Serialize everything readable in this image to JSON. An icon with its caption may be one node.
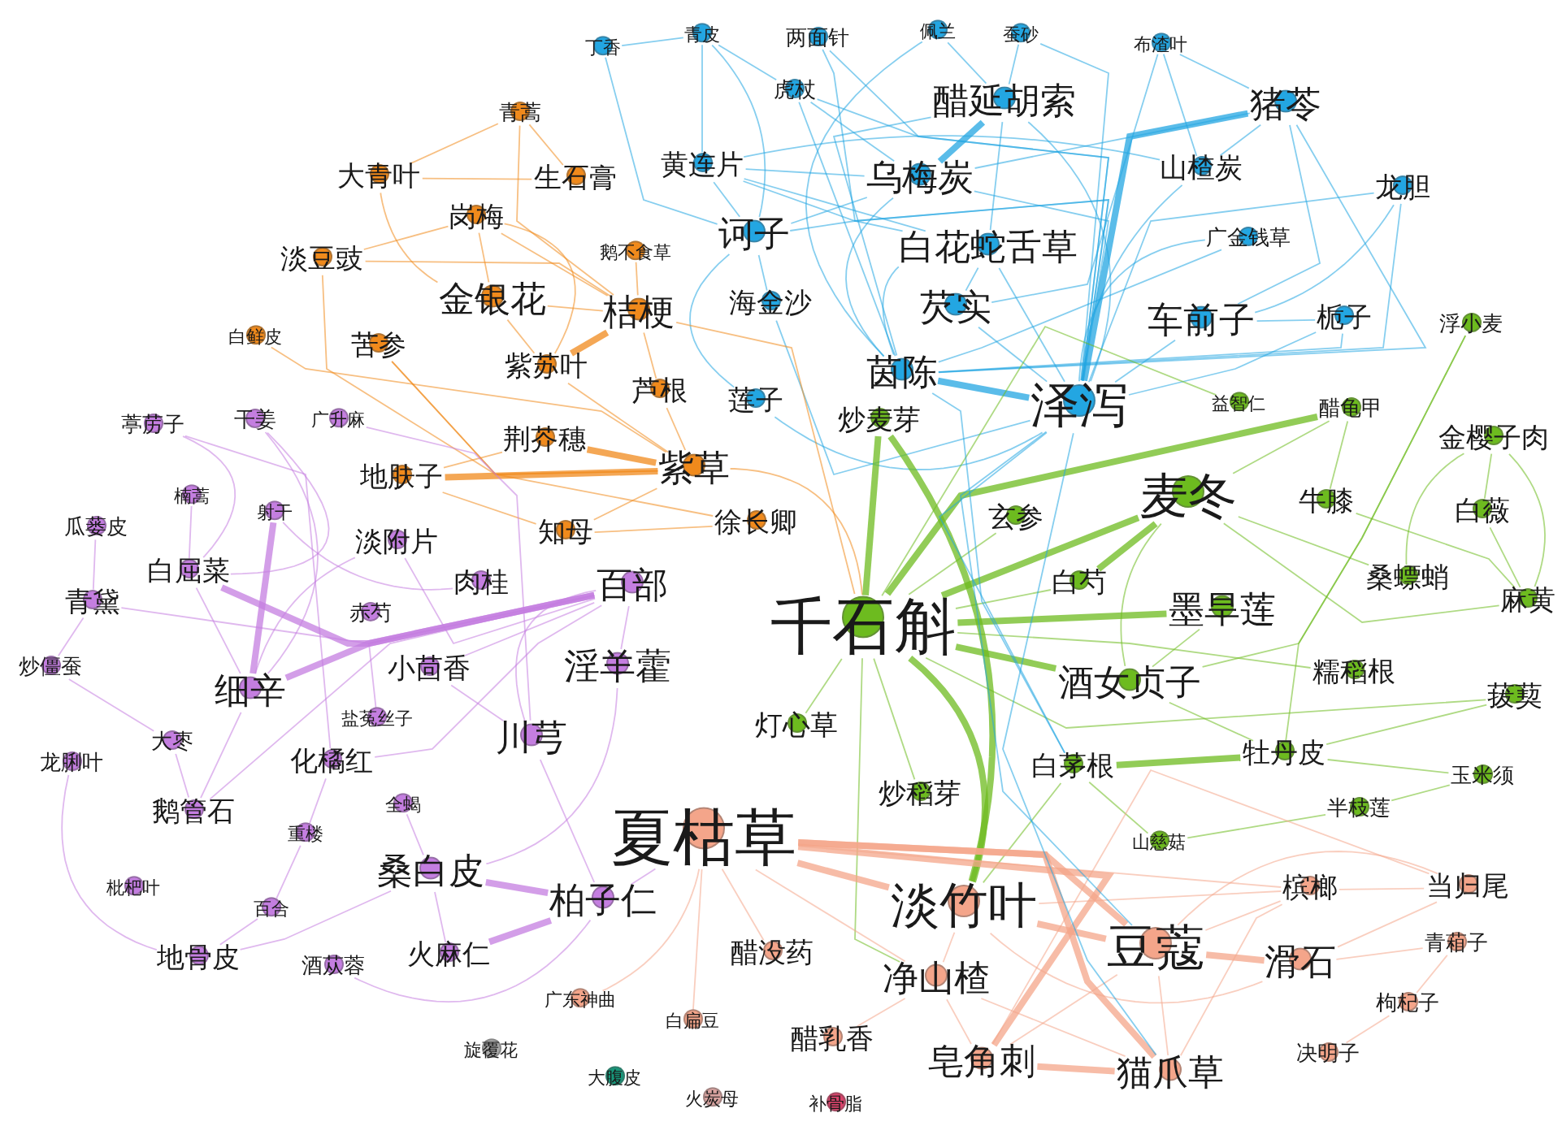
{
  "diagram": {
    "nodes": [
      {
        "text": [
          "丁香"
        ]
      },
      {
        "text": [
          "青皮"
        ]
      },
      {
        "text": [
          "两面针"
        ]
      },
      {
        "text": [
          "佩兰"
        ]
      },
      {
        "text": [
          "蚕砂"
        ]
      },
      {
        "text": [
          "布渣叶"
        ]
      },
      {
        "text": [
          "虎杖"
        ]
      },
      {
        "text": [
          "醋延胡索"
        ]
      },
      {
        "text": [
          "猪苓"
        ]
      },
      {
        "text": [
          "黄连片"
        ]
      },
      {
        "text": [
          "乌梅炭"
        ]
      },
      {
        "text": [
          "山楂炭"
        ]
      },
      {
        "text": [
          "龙胆"
        ]
      },
      {
        "text": [
          "诃子"
        ]
      },
      {
        "text": [
          "白花蛇舌草"
        ]
      },
      {
        "text": [
          "广金钱草"
        ]
      },
      {
        "text": [
          "海金沙"
        ]
      },
      {
        "text": [
          "芡实"
        ]
      },
      {
        "text": [
          "车前子"
        ]
      },
      {
        "text": [
          "栀子"
        ]
      },
      {
        "text": [
          "莲子"
        ]
      },
      {
        "text": [
          "茵陈"
        ]
      },
      {
        "text": [
          "泽泻"
        ]
      },
      {
        "text": [
          "青蒿"
        ]
      },
      {
        "text": [
          "大青叶"
        ]
      },
      {
        "text": [
          "生石膏"
        ]
      },
      {
        "text": [
          "岗梅"
        ]
      },
      {
        "text": [
          "淡豆豉"
        ]
      },
      {
        "text": [
          "鹅不食草"
        ]
      },
      {
        "text": [
          "金银花"
        ]
      },
      {
        "text": [
          "桔梗"
        ]
      },
      {
        "text": [
          "白鲜皮"
        ]
      },
      {
        "text": [
          "苦参"
        ]
      },
      {
        "text": [
          "紫苏叶"
        ]
      },
      {
        "text": [
          "芦根"
        ]
      },
      {
        "text": [
          "荆芥穗"
        ]
      },
      {
        "text": [
          "地肤子"
        ]
      },
      {
        "text": [
          "紫草"
        ]
      },
      {
        "text": [
          "知母"
        ]
      },
      {
        "text": [
          "徐长卿"
        ]
      },
      {
        "text": [
          "葶苈子"
        ]
      },
      {
        "text": [
          "干姜"
        ]
      },
      {
        "text": [
          "广升麻"
        ]
      },
      {
        "text": [
          "楠蒿"
        ]
      },
      {
        "text": [
          "瓜蒌皮"
        ]
      },
      {
        "text": [
          "射干"
        ]
      },
      {
        "text": [
          "淡附片"
        ]
      },
      {
        "text": [
          "白屈菜"
        ]
      },
      {
        "text": [
          "肉桂"
        ]
      },
      {
        "text": [
          "百部"
        ]
      },
      {
        "text": [
          "青黛"
        ]
      },
      {
        "text": [
          "赤芍"
        ]
      },
      {
        "text": [
          "炒僵蚕"
        ]
      },
      {
        "text": [
          "细辛"
        ]
      },
      {
        "text": [
          "小茴香"
        ]
      },
      {
        "text": [
          "淫羊藿"
        ]
      },
      {
        "text": [
          "盐菟丝子"
        ]
      },
      {
        "text": [
          "川芎"
        ]
      },
      {
        "text": [
          "大枣"
        ]
      },
      {
        "text": [
          "龙脷叶"
        ]
      },
      {
        "text": [
          "化橘红"
        ]
      },
      {
        "text": [
          "鹅管石"
        ]
      },
      {
        "text": [
          "全蝎"
        ]
      },
      {
        "text": [
          "重楼"
        ]
      },
      {
        "text": [
          "桑白皮"
        ]
      },
      {
        "text": [
          "枇杷叶"
        ]
      },
      {
        "text": [
          "柏子仁"
        ]
      },
      {
        "text": [
          "百合"
        ]
      },
      {
        "text": [
          "地骨皮"
        ]
      },
      {
        "text": [
          "酒苁蓉"
        ]
      },
      {
        "text": [
          "火麻仁"
        ]
      },
      {
        "text": [
          "浮小麦"
        ]
      },
      {
        "text": [
          "益智仁"
        ]
      },
      {
        "text": [
          "醋龟甲"
        ]
      },
      {
        "text": [
          "金樱子肉"
        ]
      },
      {
        "text": [
          "炒麦芽"
        ]
      },
      {
        "text": [
          "麦冬"
        ]
      },
      {
        "text": [
          "牛膝"
        ]
      },
      {
        "text": [
          "白薇"
        ]
      },
      {
        "text": [
          "玄参"
        ]
      },
      {
        "text": [
          "桑螵蛸"
        ]
      },
      {
        "text": [
          "白芍"
        ]
      },
      {
        "text": [
          "麻黄"
        ]
      },
      {
        "text": [
          "墨旱莲"
        ]
      },
      {
        "text": [
          "千石斛"
        ]
      },
      {
        "text": [
          "酒女贞子"
        ]
      },
      {
        "text": [
          "糯稻根"
        ]
      },
      {
        "text": [
          "菝葜"
        ]
      },
      {
        "text": [
          "灯心草"
        ]
      },
      {
        "text": [
          "白茅根"
        ]
      },
      {
        "text": [
          "牡丹皮"
        ]
      },
      {
        "text": [
          "玉米须"
        ]
      },
      {
        "text": [
          "半枝莲"
        ]
      },
      {
        "text": [
          "炒稻芽"
        ]
      },
      {
        "text": [
          "山慈菇"
        ]
      },
      {
        "text": [
          "夏枯草"
        ]
      },
      {
        "text": [
          "淡竹叶"
        ]
      },
      {
        "text": [
          "槟榔"
        ]
      },
      {
        "text": [
          "当归尾"
        ]
      },
      {
        "text": [
          "豆蔻"
        ]
      },
      {
        "text": [
          "净山楂"
        ]
      },
      {
        "text": [
          "滑石"
        ]
      },
      {
        "text": [
          "青葙子"
        ]
      },
      {
        "text": [
          "醋没药"
        ]
      },
      {
        "text": [
          "枸杞子"
        ]
      },
      {
        "text": [
          "醋乳香"
        ]
      },
      {
        "text": [
          "皂角刺"
        ]
      },
      {
        "text": [
          "猫爪草"
        ]
      },
      {
        "text": [
          "决明子"
        ]
      },
      {
        "text": [
          "广东神曲"
        ]
      },
      {
        "text": [
          "白扁豆"
        ]
      },
      {
        "text": [
          "旋覆花"
        ]
      },
      {
        "text": [
          "大腹皮"
        ]
      },
      {
        "text": [
          "火炭母"
        ]
      },
      {
        "text": [
          "补骨脂"
        ]
      }
    ],
    "edges": [
      {
        "from": 0,
        "to": 1,
        "arrow": "none",
        "color": "#23a6e2"
      },
      {
        "from": 0,
        "to": 13,
        "arrow": "none",
        "color": "#23a6e2"
      },
      {
        "from": 1,
        "to": 9,
        "arrow": "none",
        "color": "#23a6e2"
      },
      {
        "from": 1,
        "to": 6,
        "arrow": "none",
        "color": "#23a6e2"
      },
      {
        "from": 1,
        "to": 13,
        "arrow": "none",
        "color": "#23a6e2"
      },
      {
        "from": 2,
        "to": 14,
        "arrow": "none",
        "color": "#23a6e2"
      },
      {
        "from": 2,
        "to": 22,
        "arrow": "none",
        "color": "#23a6e2"
      },
      {
        "from": 3,
        "to": 7,
        "arrow": "none",
        "color": "#23a6e2"
      },
      {
        "from": 3,
        "to": 21,
        "arrow": "none",
        "color": "#23a6e2"
      },
      {
        "from": 4,
        "to": 7,
        "arrow": "none",
        "color": "#23a6e2"
      },
      {
        "from": 4,
        "to": 22,
        "arrow": "none",
        "color": "#23a6e2"
      },
      {
        "from": 5,
        "to": 11,
        "arrow": "none",
        "color": "#23a6e2"
      },
      {
        "from": 5,
        "to": 8,
        "arrow": "none",
        "color": "#23a6e2"
      },
      {
        "from": 5,
        "to": 17,
        "arrow": "none",
        "color": "#23a6e2"
      },
      {
        "from": 6,
        "to": 22,
        "arrow": "none",
        "color": "#23a6e2"
      },
      {
        "from": 6,
        "to": 21,
        "arrow": "none",
        "color": "#23a6e2"
      },
      {
        "from": 6,
        "to": 10,
        "arrow": "none",
        "color": "#23a6e2"
      },
      {
        "from": 7,
        "to": 10,
        "arrow": "none",
        "style": "thick",
        "color": "#23a6e2"
      },
      {
        "from": 7,
        "to": 21,
        "arrow": "none",
        "color": "#23a6e2"
      },
      {
        "from": 7,
        "to": 22,
        "arrow": "none",
        "color": "#23a6e2"
      },
      {
        "from": 7,
        "to": 14,
        "arrow": "none",
        "color": "#23a6e2"
      },
      {
        "from": 8,
        "to": 10,
        "arrow": "none",
        "color": "#23a6e2"
      },
      {
        "from": 8,
        "to": 22,
        "arrow": "none",
        "style": "thick",
        "color": "#23a6e2"
      },
      {
        "from": 8,
        "to": 11,
        "arrow": "none",
        "color": "#23a6e2"
      },
      {
        "from": 8,
        "to": 18,
        "arrow": "none",
        "color": "#23a6e2"
      },
      {
        "from": 8,
        "to": 21,
        "arrow": "none",
        "color": "#23a6e2"
      },
      {
        "from": 9,
        "to": 10,
        "arrow": "none",
        "color": "#23a6e2"
      },
      {
        "from": 9,
        "to": 13,
        "arrow": "none",
        "color": "#23a6e2"
      },
      {
        "from": 9,
        "to": 22,
        "arrow": "none",
        "color": "#23a6e2"
      },
      {
        "from": 9,
        "to": 14,
        "arrow": "none",
        "color": "#23a6e2"
      },
      {
        "from": 10,
        "to": 22,
        "arrow": "none",
        "color": "#23a6e2"
      },
      {
        "from": 10,
        "to": 13,
        "arrow": "none",
        "color": "#23a6e2"
      },
      {
        "from": 10,
        "to": 21,
        "arrow": "none",
        "color": "#23a6e2"
      },
      {
        "from": 11,
        "to": 22,
        "arrow": "none",
        "color": "#23a6e2"
      },
      {
        "from": 11,
        "to": 9,
        "arrow": "none",
        "color": "#23a6e2"
      },
      {
        "from": 12,
        "to": 22,
        "arrow": "none",
        "color": "#23a6e2"
      },
      {
        "from": 12,
        "to": 18,
        "arrow": "none",
        "color": "#23a6e2"
      },
      {
        "from": 12,
        "to": 21,
        "arrow": "none",
        "color": "#23a6e2"
      },
      {
        "from": 13,
        "to": 16,
        "arrow": "none",
        "color": "#23a6e2"
      },
      {
        "from": 13,
        "to": 20,
        "arrow": "none",
        "color": "#23a6e2"
      },
      {
        "from": 13,
        "to": 22,
        "arrow": "none",
        "color": "#23a6e2"
      },
      {
        "from": 14,
        "to": 22,
        "arrow": "none",
        "color": "#23a6e2"
      },
      {
        "from": 14,
        "to": 21,
        "arrow": "none",
        "color": "#23a6e2"
      },
      {
        "from": 14,
        "to": 17,
        "arrow": "none",
        "color": "#23a6e2"
      },
      {
        "from": 15,
        "to": 22,
        "arrow": "none",
        "color": "#23a6e2"
      },
      {
        "from": 15,
        "to": 21,
        "arrow": "none",
        "color": "#23a6e2"
      },
      {
        "from": 17,
        "to": 22,
        "arrow": "none",
        "color": "#23a6e2"
      },
      {
        "from": 18,
        "to": 22,
        "arrow": "none",
        "color": "#23a6e2"
      },
      {
        "from": 18,
        "to": 19,
        "arrow": "none",
        "color": "#23a6e2"
      },
      {
        "from": 19,
        "to": 22,
        "arrow": "none",
        "color": "#23a6e2"
      },
      {
        "from": 20,
        "to": 22,
        "arrow": "none",
        "color": "#23a6e2"
      },
      {
        "from": 21,
        "to": 22,
        "arrow": "none",
        "style": "thick",
        "color": "#23a6e2"
      },
      {
        "from": 16,
        "to": 22,
        "arrow": "none",
        "color": "#23a6e2"
      },
      {
        "from": 19,
        "to": 21,
        "arrow": "none",
        "color": "#23a6e2"
      },
      {
        "from": 23,
        "to": 24,
        "arrow": "none",
        "color": "#f08a1c"
      },
      {
        "from": 23,
        "to": 25,
        "arrow": "none",
        "color": "#f08a1c"
      },
      {
        "from": 23,
        "to": 30,
        "arrow": "none",
        "color": "#f08a1c"
      },
      {
        "from": 24,
        "to": 25,
        "arrow": "none",
        "color": "#f08a1c"
      },
      {
        "from": 24,
        "to": 29,
        "arrow": "none",
        "color": "#f08a1c"
      },
      {
        "from": 26,
        "to": 27,
        "arrow": "none",
        "color": "#f08a1c"
      },
      {
        "from": 26,
        "to": 30,
        "arrow": "none",
        "color": "#f08a1c"
      },
      {
        "from": 26,
        "to": 33,
        "arrow": "none",
        "color": "#f08a1c"
      },
      {
        "from": 26,
        "to": 29,
        "arrow": "none",
        "color": "#f08a1c"
      },
      {
        "from": 27,
        "to": 30,
        "arrow": "none",
        "color": "#f08a1c"
      },
      {
        "from": 27,
        "to": 37,
        "arrow": "none",
        "color": "#f08a1c"
      },
      {
        "from": 28,
        "to": 30,
        "arrow": "none",
        "color": "#f08a1c"
      },
      {
        "from": 29,
        "to": 30,
        "arrow": "none",
        "color": "#f08a1c"
      },
      {
        "from": 29,
        "to": 33,
        "arrow": "none",
        "color": "#f08a1c"
      },
      {
        "from": 30,
        "to": 33,
        "arrow": "none",
        "style": "thick",
        "color": "#f08a1c"
      },
      {
        "from": 30,
        "to": 34,
        "arrow": "none",
        "color": "#f08a1c"
      },
      {
        "from": 31,
        "to": 37,
        "arrow": "none",
        "color": "#f08a1c"
      },
      {
        "from": 32,
        "to": 37,
        "arrow": "none",
        "color": "#f08a1c"
      },
      {
        "from": 32,
        "to": 39,
        "arrow": "none",
        "color": "#f08a1c"
      },
      {
        "from": 33,
        "to": 37,
        "arrow": "none",
        "color": "#f08a1c"
      },
      {
        "from": 34,
        "to": 37,
        "arrow": "none",
        "color": "#f08a1c"
      },
      {
        "from": 35,
        "to": 36,
        "arrow": "none",
        "color": "#f08a1c"
      },
      {
        "from": 35,
        "to": 37,
        "arrow": "none",
        "style": "thick",
        "color": "#f08a1c"
      },
      {
        "from": 36,
        "to": 37,
        "arrow": "none",
        "style": "thick",
        "color": "#f08a1c"
      },
      {
        "from": 36,
        "to": 38,
        "arrow": "none",
        "color": "#f08a1c"
      },
      {
        "from": 38,
        "to": 39,
        "arrow": "none",
        "color": "#f08a1c"
      },
      {
        "from": 37,
        "to": 38,
        "arrow": "none",
        "color": "#f08a1c"
      },
      {
        "from": 37,
        "to": 84,
        "arrow": "none",
        "color": "#f08a1c"
      },
      {
        "from": 30,
        "to": 84,
        "arrow": "none",
        "color": "#f08a1c"
      },
      {
        "from": 40,
        "to": 60,
        "arrow": "none",
        "color": "#c47ee0"
      },
      {
        "from": 40,
        "to": 47,
        "arrow": "none",
        "color": "#c47ee0"
      },
      {
        "from": 41,
        "to": 53,
        "arrow": "none",
        "color": "#c47ee0"
      },
      {
        "from": 41,
        "to": 47,
        "arrow": "none",
        "color": "#c47ee0"
      },
      {
        "from": 42,
        "to": 57,
        "arrow": "none",
        "color": "#c47ee0"
      },
      {
        "from": 43,
        "to": 47,
        "arrow": "none",
        "color": "#c47ee0"
      },
      {
        "from": 44,
        "to": 50,
        "arrow": "none",
        "color": "#c47ee0"
      },
      {
        "from": 45,
        "to": 53,
        "arrow": "none",
        "style": "thick",
        "color": "#c47ee0"
      },
      {
        "from": 45,
        "to": 48,
        "arrow": "none",
        "color": "#c47ee0"
      },
      {
        "from": 46,
        "to": 53,
        "arrow": "none",
        "color": "#c47ee0"
      },
      {
        "from": 46,
        "to": 49,
        "arrow": "none",
        "color": "#c47ee0"
      },
      {
        "from": 47,
        "to": 49,
        "arrow": "none",
        "style": "thick",
        "color": "#c47ee0"
      },
      {
        "from": 47,
        "to": 53,
        "arrow": "none",
        "color": "#c47ee0"
      },
      {
        "from": 50,
        "to": 49,
        "arrow": "none",
        "color": "#c47ee0"
      },
      {
        "from": 50,
        "to": 52,
        "arrow": "none",
        "color": "#c47ee0"
      },
      {
        "from": 52,
        "to": 58,
        "arrow": "none",
        "color": "#c47ee0"
      },
      {
        "from": 53,
        "to": 49,
        "arrow": "none",
        "style": "thick",
        "color": "#c47ee0"
      },
      {
        "from": 53,
        "to": 61,
        "arrow": "none",
        "color": "#c47ee0"
      },
      {
        "from": 54,
        "to": 49,
        "arrow": "none",
        "color": "#c47ee0"
      },
      {
        "from": 54,
        "to": 57,
        "arrow": "none",
        "color": "#c47ee0"
      },
      {
        "from": 55,
        "to": 49,
        "arrow": "none",
        "color": "#c47ee0"
      },
      {
        "from": 55,
        "to": 64,
        "arrow": "none",
        "color": "#c47ee0"
      },
      {
        "from": 56,
        "to": 49,
        "arrow": "none",
        "color": "#c47ee0"
      },
      {
        "from": 57,
        "to": 66,
        "arrow": "none",
        "color": "#c47ee0"
      },
      {
        "from": 58,
        "to": 61,
        "arrow": "none",
        "color": "#c47ee0"
      },
      {
        "from": 59,
        "to": 68,
        "arrow": "none",
        "color": "#c47ee0"
      },
      {
        "from": 60,
        "to": 63,
        "arrow": "none",
        "color": "#c47ee0"
      },
      {
        "from": 60,
        "to": 49,
        "arrow": "none",
        "color": "#c47ee0"
      },
      {
        "from": 61,
        "to": 49,
        "arrow": "none",
        "color": "#c47ee0"
      },
      {
        "from": 62,
        "to": 64,
        "arrow": "none",
        "color": "#c47ee0"
      },
      {
        "from": 63,
        "to": 67,
        "arrow": "none",
        "color": "#c47ee0"
      },
      {
        "from": 64,
        "to": 66,
        "arrow": "none",
        "style": "thick",
        "color": "#c47ee0"
      },
      {
        "from": 64,
        "to": 70,
        "arrow": "none",
        "color": "#c47ee0"
      },
      {
        "from": 66,
        "to": 70,
        "arrow": "none",
        "style": "thick",
        "color": "#c47ee0"
      },
      {
        "from": 66,
        "to": 69,
        "arrow": "none",
        "color": "#c47ee0"
      },
      {
        "from": 67,
        "to": 68,
        "arrow": "none",
        "color": "#c47ee0"
      },
      {
        "from": 68,
        "to": 64,
        "arrow": "none",
        "color": "#c47ee0"
      },
      {
        "from": 57,
        "to": 49,
        "arrow": "none",
        "color": "#c47ee0"
      },
      {
        "from": 66,
        "to": 95,
        "arrow": "none",
        "color": "#c47ee0"
      },
      {
        "from": 71,
        "to": 85,
        "arrow": "none",
        "color": "#6dbb1f"
      },
      {
        "from": 71,
        "to": 90,
        "arrow": "none",
        "color": "#6dbb1f"
      },
      {
        "from": 72,
        "to": 84,
        "arrow": "none",
        "color": "#6dbb1f"
      },
      {
        "from": 73,
        "to": 76,
        "arrow": "none",
        "color": "#6dbb1f"
      },
      {
        "from": 73,
        "to": 77,
        "arrow": "none",
        "color": "#6dbb1f"
      },
      {
        "from": 73,
        "to": 84,
        "arrow": "none",
        "style": "thick",
        "color": "#6dbb1f"
      },
      {
        "from": 74,
        "to": 78,
        "arrow": "none",
        "color": "#6dbb1f"
      },
      {
        "from": 74,
        "to": 82,
        "arrow": "none",
        "color": "#6dbb1f"
      },
      {
        "from": 74,
        "to": 80,
        "arrow": "none",
        "color": "#6dbb1f"
      },
      {
        "from": 75,
        "to": 84,
        "arrow": "none",
        "style": "thick",
        "color": "#6dbb1f"
      },
      {
        "from": 75,
        "to": 96,
        "arrow": "none",
        "style": "thick",
        "color": "#6dbb1f"
      },
      {
        "from": 76,
        "to": 84,
        "arrow": "none",
        "style": "thick",
        "color": "#6dbb1f"
      },
      {
        "from": 76,
        "to": 82,
        "arrow": "none",
        "color": "#6dbb1f"
      },
      {
        "from": 76,
        "to": 85,
        "arrow": "none",
        "color": "#6dbb1f"
      },
      {
        "from": 77,
        "to": 82,
        "arrow": "none",
        "color": "#6dbb1f"
      },
      {
        "from": 78,
        "to": 82,
        "arrow": "none",
        "color": "#6dbb1f"
      },
      {
        "from": 79,
        "to": 84,
        "arrow": "none",
        "color": "#6dbb1f"
      },
      {
        "from": 80,
        "to": 76,
        "arrow": "none",
        "color": "#6dbb1f"
      },
      {
        "from": 81,
        "to": 84,
        "arrow": "none",
        "color": "#6dbb1f"
      },
      {
        "from": 81,
        "to": 76,
        "arrow": "none",
        "style": "thick",
        "color": "#6dbb1f"
      },
      {
        "from": 83,
        "to": 84,
        "arrow": "none",
        "style": "thick",
        "color": "#6dbb1f"
      },
      {
        "from": 83,
        "to": 85,
        "arrow": "none",
        "color": "#6dbb1f"
      },
      {
        "from": 85,
        "to": 84,
        "arrow": "none",
        "style": "thick",
        "color": "#6dbb1f"
      },
      {
        "from": 85,
        "to": 90,
        "arrow": "none",
        "color": "#6dbb1f"
      },
      {
        "from": 86,
        "to": 84,
        "arrow": "none",
        "color": "#6dbb1f"
      },
      {
        "from": 87,
        "to": 90,
        "arrow": "none",
        "color": "#6dbb1f"
      },
      {
        "from": 87,
        "to": 84,
        "arrow": "none",
        "color": "#6dbb1f"
      },
      {
        "from": 88,
        "to": 84,
        "arrow": "none",
        "color": "#6dbb1f"
      },
      {
        "from": 89,
        "to": 90,
        "arrow": "none",
        "style": "thick",
        "color": "#6dbb1f"
      },
      {
        "from": 89,
        "to": 96,
        "arrow": "none",
        "color": "#6dbb1f"
      },
      {
        "from": 90,
        "to": 91,
        "arrow": "none",
        "color": "#6dbb1f"
      },
      {
        "from": 91,
        "to": 92,
        "arrow": "none",
        "color": "#6dbb1f"
      },
      {
        "from": 92,
        "to": 94,
        "arrow": "none",
        "color": "#6dbb1f"
      },
      {
        "from": 93,
        "to": 84,
        "arrow": "none",
        "color": "#6dbb1f"
      },
      {
        "from": 94,
        "to": 89,
        "arrow": "none",
        "color": "#6dbb1f"
      },
      {
        "from": 84,
        "to": 96,
        "arrow": "none",
        "style": "thick",
        "color": "#6dbb1f"
      },
      {
        "from": 84,
        "to": 100,
        "arrow": "none",
        "color": "#6dbb1f"
      },
      {
        "from": 95,
        "to": 96,
        "arrow": "none",
        "style": "thick",
        "color": "#f4a58a"
      },
      {
        "from": 95,
        "to": 107,
        "arrow": "none",
        "style": "thick",
        "color": "#f4a58a"
      },
      {
        "from": 95,
        "to": 106,
        "arrow": "none",
        "style": "thick",
        "color": "#f4a58a"
      },
      {
        "from": 95,
        "to": 99,
        "arrow": "none",
        "style": "thick",
        "color": "#f4a58a"
      },
      {
        "from": 95,
        "to": 100,
        "arrow": "none",
        "color": "#f4a58a"
      },
      {
        "from": 95,
        "to": 97,
        "arrow": "none",
        "color": "#f4a58a"
      },
      {
        "from": 96,
        "to": 99,
        "arrow": "none",
        "style": "thick",
        "color": "#f4a58a"
      },
      {
        "from": 96,
        "to": 101,
        "arrow": "none",
        "color": "#f4a58a"
      },
      {
        "from": 96,
        "to": 100,
        "arrow": "none",
        "color": "#f4a58a"
      },
      {
        "from": 97,
        "to": 98,
        "arrow": "none",
        "color": "#f4a58a"
      },
      {
        "from": 97,
        "to": 99,
        "arrow": "none",
        "color": "#f4a58a"
      },
      {
        "from": 98,
        "to": 99,
        "arrow": "none",
        "color": "#f4a58a"
      },
      {
        "from": 98,
        "to": 101,
        "arrow": "none",
        "color": "#f4a58a"
      },
      {
        "from": 99,
        "to": 101,
        "arrow": "none",
        "style": "thick",
        "color": "#f4a58a"
      },
      {
        "from": 99,
        "to": 107,
        "arrow": "none",
        "color": "#f4a58a"
      },
      {
        "from": 99,
        "to": 106,
        "arrow": "none",
        "color": "#f4a58a"
      },
      {
        "from": 100,
        "to": 107,
        "arrow": "none",
        "color": "#f4a58a"
      },
      {
        "from": 100,
        "to": 106,
        "arrow": "none",
        "color": "#f4a58a"
      },
      {
        "from": 101,
        "to": 102,
        "arrow": "none",
        "color": "#f4a58a"
      },
      {
        "from": 102,
        "to": 104,
        "arrow": "none",
        "color": "#f4a58a"
      },
      {
        "from": 104,
        "to": 108,
        "arrow": "none",
        "color": "#f4a58a"
      },
      {
        "from": 106,
        "to": 107,
        "arrow": "none",
        "style": "thick",
        "color": "#f4a58a"
      },
      {
        "from": 103,
        "to": 95,
        "arrow": "none",
        "color": "#f4a58a"
      },
      {
        "from": 105,
        "to": 100,
        "arrow": "none",
        "color": "#f4a58a"
      },
      {
        "from": 110,
        "to": 95,
        "arrow": "none",
        "color": "#f4a58a"
      },
      {
        "from": 109,
        "to": 95,
        "arrow": "none",
        "color": "#f4a58a"
      },
      {
        "from": 98,
        "to": 106,
        "arrow": "none",
        "color": "#f4a58a"
      },
      {
        "from": 97,
        "to": 107,
        "arrow": "none",
        "color": "#f4a58a"
      },
      {
        "from": 96,
        "to": 97,
        "arrow": "none",
        "color": "#f4a58a"
      },
      {
        "from": 22,
        "to": 99,
        "arrow": "none",
        "color": "#23a6e2"
      },
      {
        "from": 22,
        "to": 107,
        "arrow": "none",
        "color": "#23a6e2"
      },
      {
        "from": 21,
        "to": 89,
        "arrow": "none",
        "color": "#23a6e2"
      },
      {
        "from": 22,
        "to": 89,
        "arrow": "none",
        "color": "#23a6e2"
      }
    ]
  }
}
